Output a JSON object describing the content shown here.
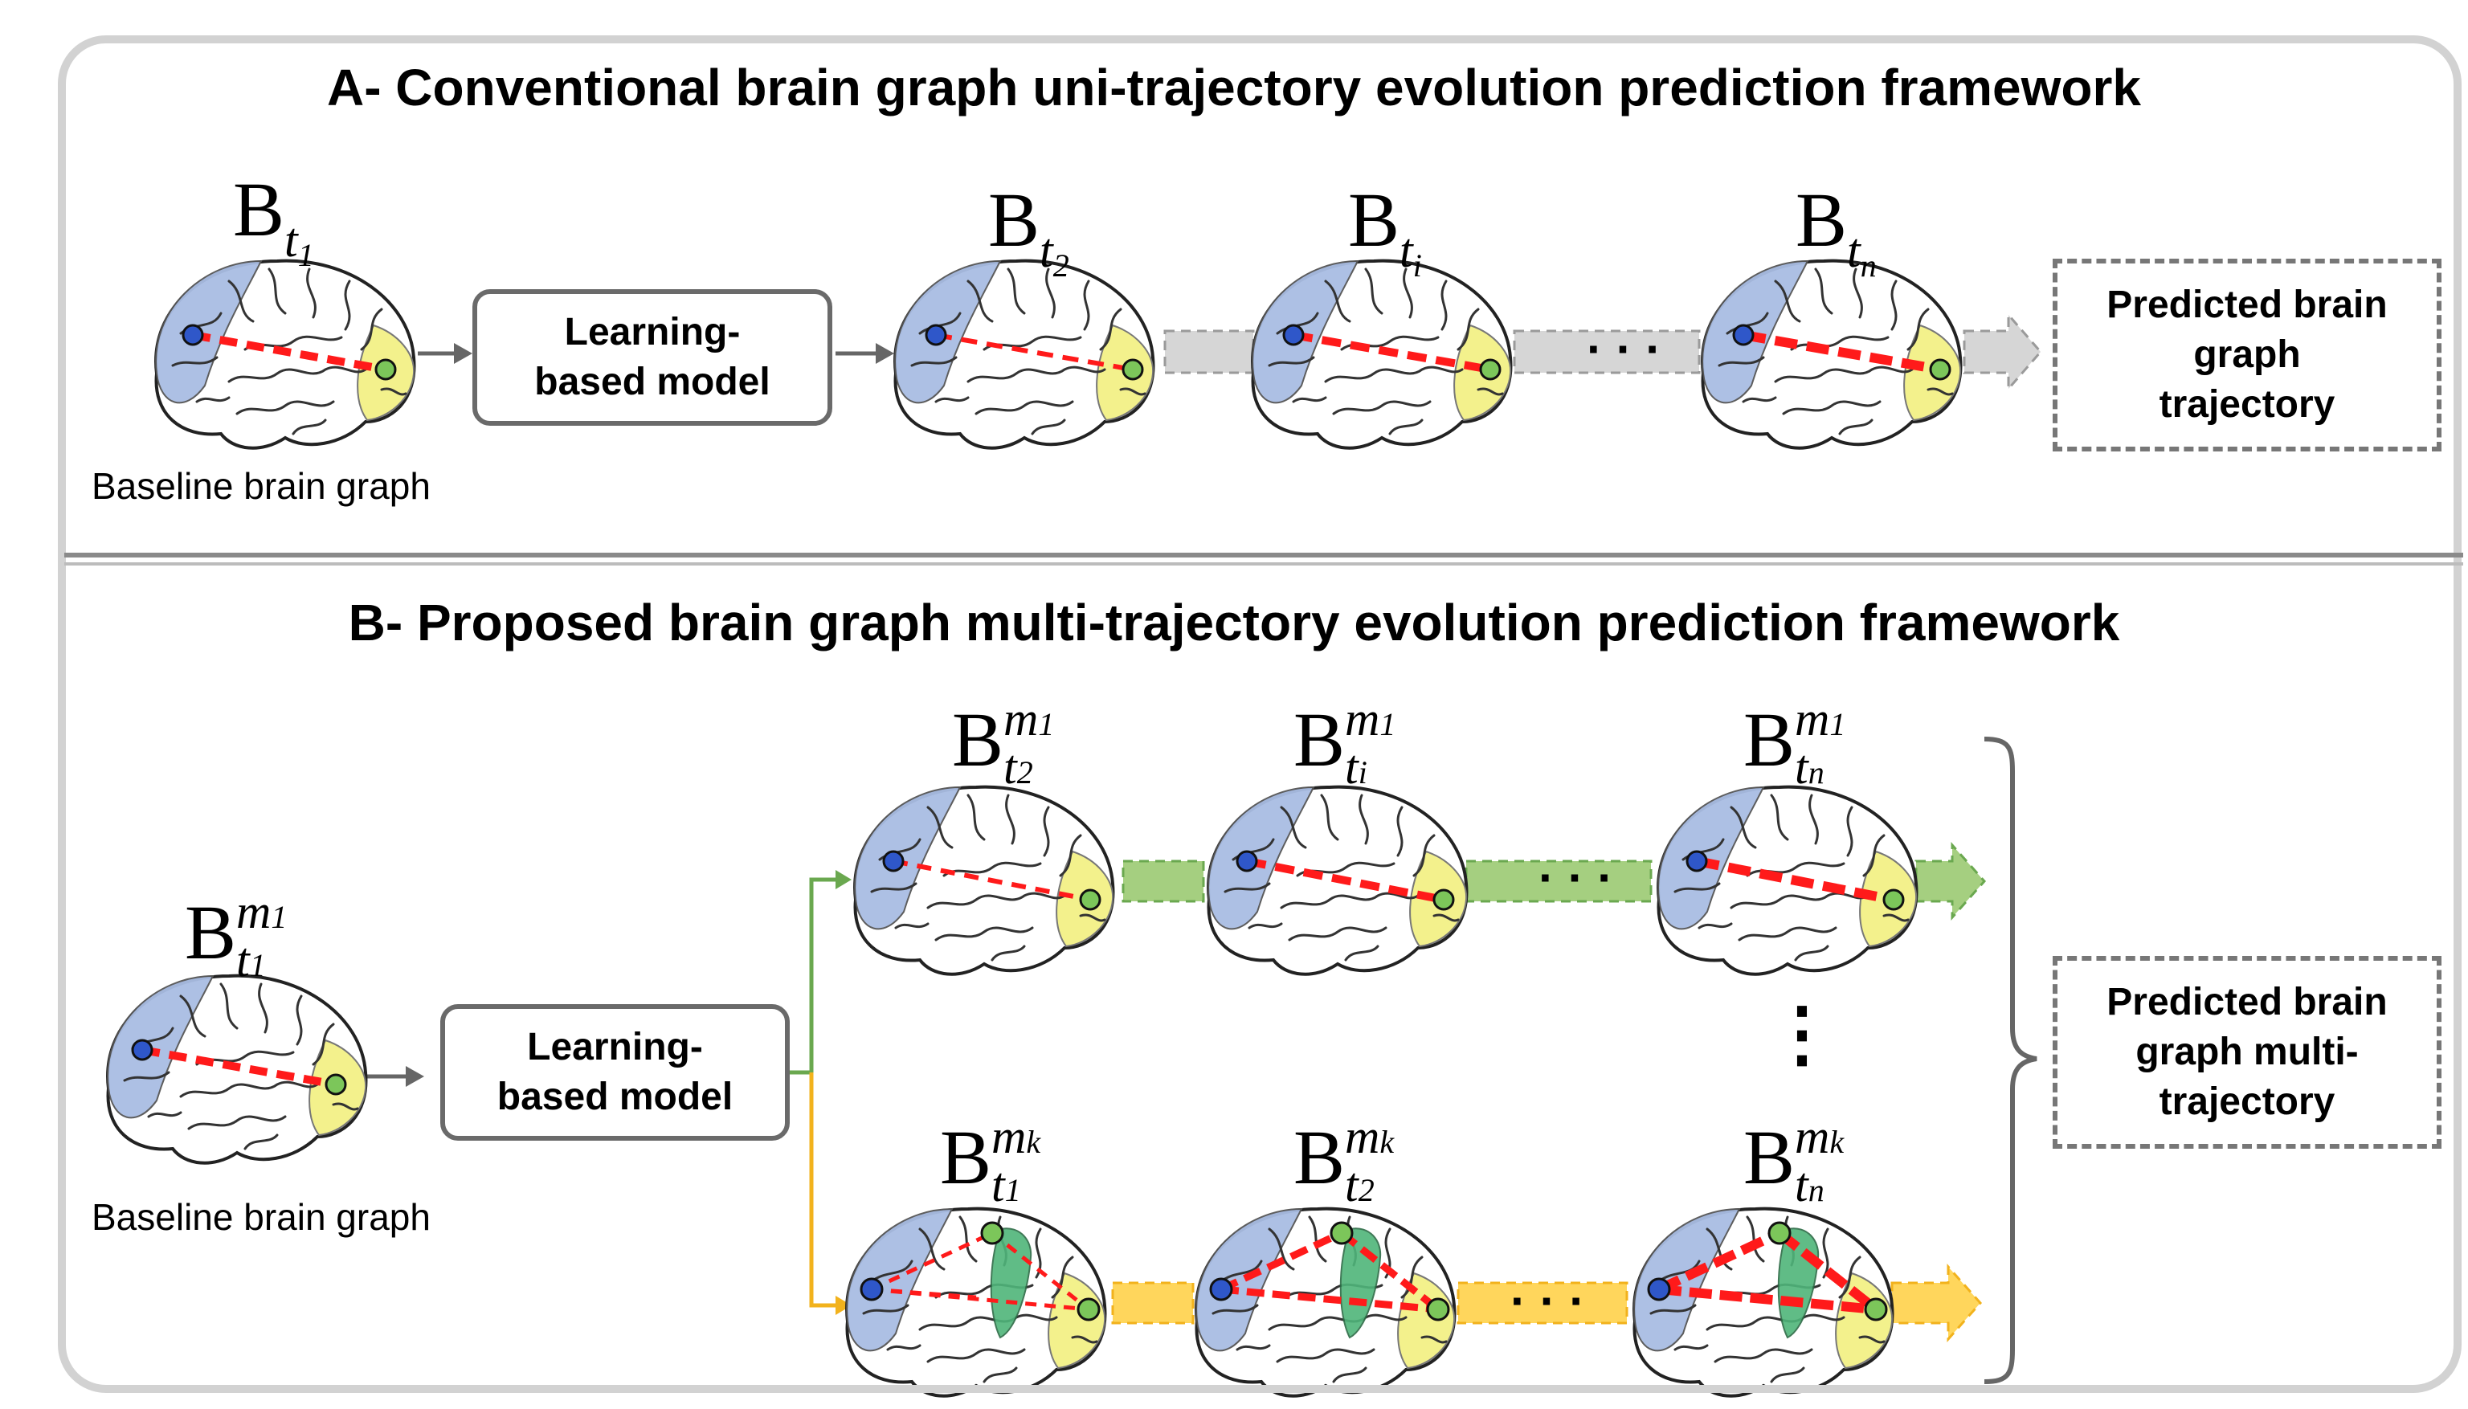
{
  "panelA": {
    "title": "A- Conventional brain graph uni-trajectory evolution prediction framework",
    "baseline_caption": "Baseline brain graph",
    "model_label": [
      "Learning-",
      "based model"
    ],
    "predicted_label": [
      "Predicted brain",
      "graph",
      "trajectory"
    ],
    "ellipsis": "· · ·",
    "graphs": [
      {
        "base": "B",
        "sub": "t",
        "subsub": "1",
        "sup": ""
      },
      {
        "base": "B",
        "sub": "t",
        "subsub": "2",
        "sup": ""
      },
      {
        "base": "B",
        "sub": "t",
        "subsub": "i",
        "sup": ""
      },
      {
        "base": "B",
        "sub": "t",
        "subsub": "n",
        "sup": ""
      }
    ]
  },
  "panelB": {
    "title": "B- Proposed brain graph multi-trajectory evolution prediction framework",
    "baseline_caption": "Baseline brain graph",
    "model_label": [
      "Learning-",
      "based model"
    ],
    "predicted_label": [
      "Predicted brain",
      "graph multi-",
      "trajectory"
    ],
    "ellipsis": "· · ·",
    "vertical_ellipsis": "⋮",
    "baseline_graph": {
      "base": "B",
      "sub": "t",
      "subsub": "1",
      "sup": "m",
      "supsub": "1"
    },
    "top_row": [
      {
        "base": "B",
        "sub": "t",
        "subsub": "2",
        "sup": "m",
        "supsub": "1"
      },
      {
        "base": "B",
        "sub": "t",
        "subsub": "i",
        "sup": "m",
        "supsub": "1"
      },
      {
        "base": "B",
        "sub": "t",
        "subsub": "n",
        "sup": "m",
        "supsub": "1"
      }
    ],
    "bottom_row": [
      {
        "base": "B",
        "sub": "t",
        "subsub": "1",
        "sup": "m",
        "supsub": "k"
      },
      {
        "base": "B",
        "sub": "t",
        "subsub": "2",
        "sup": "m",
        "supsub": "k"
      },
      {
        "base": "B",
        "sub": "t",
        "subsub": "n",
        "sup": "m",
        "supsub": "k"
      }
    ]
  },
  "colors": {
    "frontal_lobe": "#a9bde3",
    "occipital_lobe": "#f3f18c",
    "parietal_green": "#4fb57a",
    "edge_red": "#ff1a1a",
    "node_blue": "#2f57c9",
    "node_green": "#7cc65a",
    "gray_arrow": "#d6d6d6",
    "green_arrow": "#a5cf80",
    "yellow_arrow": "#ffd65c",
    "branch_green": "#6aa84f",
    "branch_yellow": "#f2b21c"
  },
  "icons": [
    "brain-icon",
    "arrow-icon",
    "brace-icon"
  ]
}
